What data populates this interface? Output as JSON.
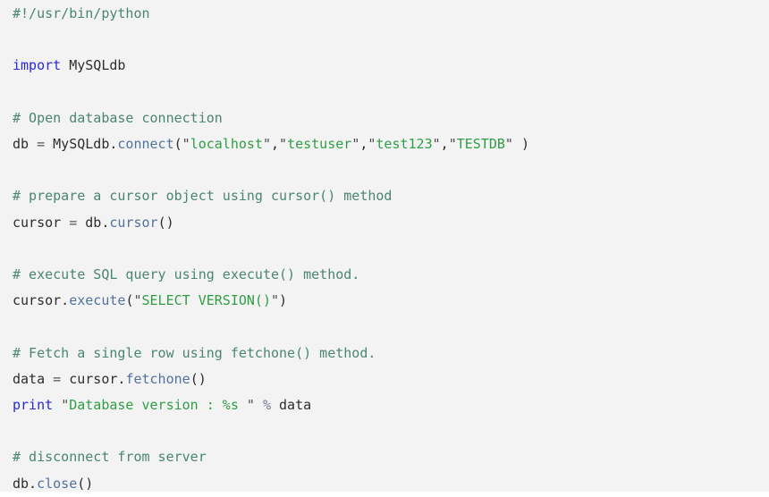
{
  "page": {
    "background": "#f3f3f4",
    "outer_background": "#ffffff"
  },
  "colors": {
    "plain": "#2d2d2d",
    "comment": "#4a8573",
    "keyword": "#2828dd",
    "method": "#53719e",
    "string": "#2f9e44",
    "quote": "#4f4f4f",
    "operator": "#565656",
    "operator2": "#6e7b90"
  },
  "code": {
    "language": "python",
    "lines": [
      {
        "tokens": [
          {
            "c": "comment",
            "t": "#!/usr/bin/python"
          }
        ]
      },
      {
        "tokens": []
      },
      {
        "tokens": [
          {
            "c": "keyword",
            "t": "import"
          },
          {
            "c": "plain",
            "t": " MySQLdb"
          }
        ]
      },
      {
        "tokens": []
      },
      {
        "tokens": [
          {
            "c": "comment",
            "t": "# Open database connection"
          }
        ]
      },
      {
        "tokens": [
          {
            "c": "plain",
            "t": "db "
          },
          {
            "c": "operator",
            "t": "="
          },
          {
            "c": "plain",
            "t": " MySQLdb."
          },
          {
            "c": "method",
            "t": "connect"
          },
          {
            "c": "plain",
            "t": "("
          },
          {
            "c": "quote",
            "t": "\""
          },
          {
            "c": "string",
            "t": "localhost"
          },
          {
            "c": "quote",
            "t": "\""
          },
          {
            "c": "plain",
            "t": ","
          },
          {
            "c": "quote",
            "t": "\""
          },
          {
            "c": "string",
            "t": "testuser"
          },
          {
            "c": "quote",
            "t": "\""
          },
          {
            "c": "plain",
            "t": ","
          },
          {
            "c": "quote",
            "t": "\""
          },
          {
            "c": "string",
            "t": "test123"
          },
          {
            "c": "quote",
            "t": "\""
          },
          {
            "c": "plain",
            "t": ","
          },
          {
            "c": "quote",
            "t": "\""
          },
          {
            "c": "string",
            "t": "TESTDB"
          },
          {
            "c": "quote",
            "t": "\""
          },
          {
            "c": "plain",
            "t": " )"
          }
        ]
      },
      {
        "tokens": []
      },
      {
        "tokens": [
          {
            "c": "comment",
            "t": "# prepare a cursor object using cursor() method"
          }
        ]
      },
      {
        "tokens": [
          {
            "c": "plain",
            "t": "cursor "
          },
          {
            "c": "operator",
            "t": "="
          },
          {
            "c": "plain",
            "t": " db."
          },
          {
            "c": "method",
            "t": "cursor"
          },
          {
            "c": "plain",
            "t": "()"
          }
        ]
      },
      {
        "tokens": []
      },
      {
        "tokens": [
          {
            "c": "comment",
            "t": "# execute SQL query using execute() method."
          }
        ]
      },
      {
        "tokens": [
          {
            "c": "plain",
            "t": "cursor."
          },
          {
            "c": "method",
            "t": "execute"
          },
          {
            "c": "plain",
            "t": "("
          },
          {
            "c": "quote",
            "t": "\""
          },
          {
            "c": "string",
            "t": "SELECT VERSION()"
          },
          {
            "c": "quote",
            "t": "\""
          },
          {
            "c": "plain",
            "t": ")"
          }
        ]
      },
      {
        "tokens": []
      },
      {
        "tokens": [
          {
            "c": "comment",
            "t": "# Fetch a single row using fetchone() method."
          }
        ]
      },
      {
        "tokens": [
          {
            "c": "plain",
            "t": "data "
          },
          {
            "c": "operator",
            "t": "="
          },
          {
            "c": "plain",
            "t": " cursor."
          },
          {
            "c": "method",
            "t": "fetchone"
          },
          {
            "c": "plain",
            "t": "()"
          }
        ]
      },
      {
        "tokens": [
          {
            "c": "keyword",
            "t": "print"
          },
          {
            "c": "plain",
            "t": " "
          },
          {
            "c": "quote",
            "t": "\""
          },
          {
            "c": "string",
            "t": "Database version : %s "
          },
          {
            "c": "quote",
            "t": "\""
          },
          {
            "c": "plain",
            "t": " "
          },
          {
            "c": "operator2",
            "t": "%"
          },
          {
            "c": "plain",
            "t": " data"
          }
        ]
      },
      {
        "tokens": []
      },
      {
        "tokens": [
          {
            "c": "comment",
            "t": "# disconnect from server"
          }
        ]
      },
      {
        "tokens": [
          {
            "c": "plain",
            "t": "db."
          },
          {
            "c": "method",
            "t": "close"
          },
          {
            "c": "plain",
            "t": "()"
          }
        ]
      }
    ]
  }
}
